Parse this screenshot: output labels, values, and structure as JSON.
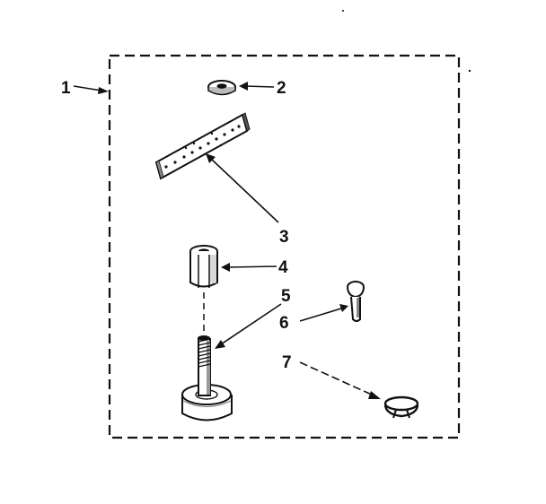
{
  "diagram": {
    "ink_color": "#111111",
    "background": "#ffffff",
    "callouts": [
      {
        "id": "1",
        "label": "1",
        "part": "kit-outline"
      },
      {
        "id": "2",
        "label": "2",
        "part": "washer"
      },
      {
        "id": "3",
        "label": "3",
        "part": "perforated-strap"
      },
      {
        "id": "4",
        "label": "4",
        "part": "hex-coupling-nut"
      },
      {
        "id": "5",
        "label": "5",
        "part": "leveling-leg-stud"
      },
      {
        "id": "6",
        "label": "6",
        "part": "bolt"
      },
      {
        "id": "7",
        "label": "7",
        "part": "spring-clip"
      }
    ]
  }
}
